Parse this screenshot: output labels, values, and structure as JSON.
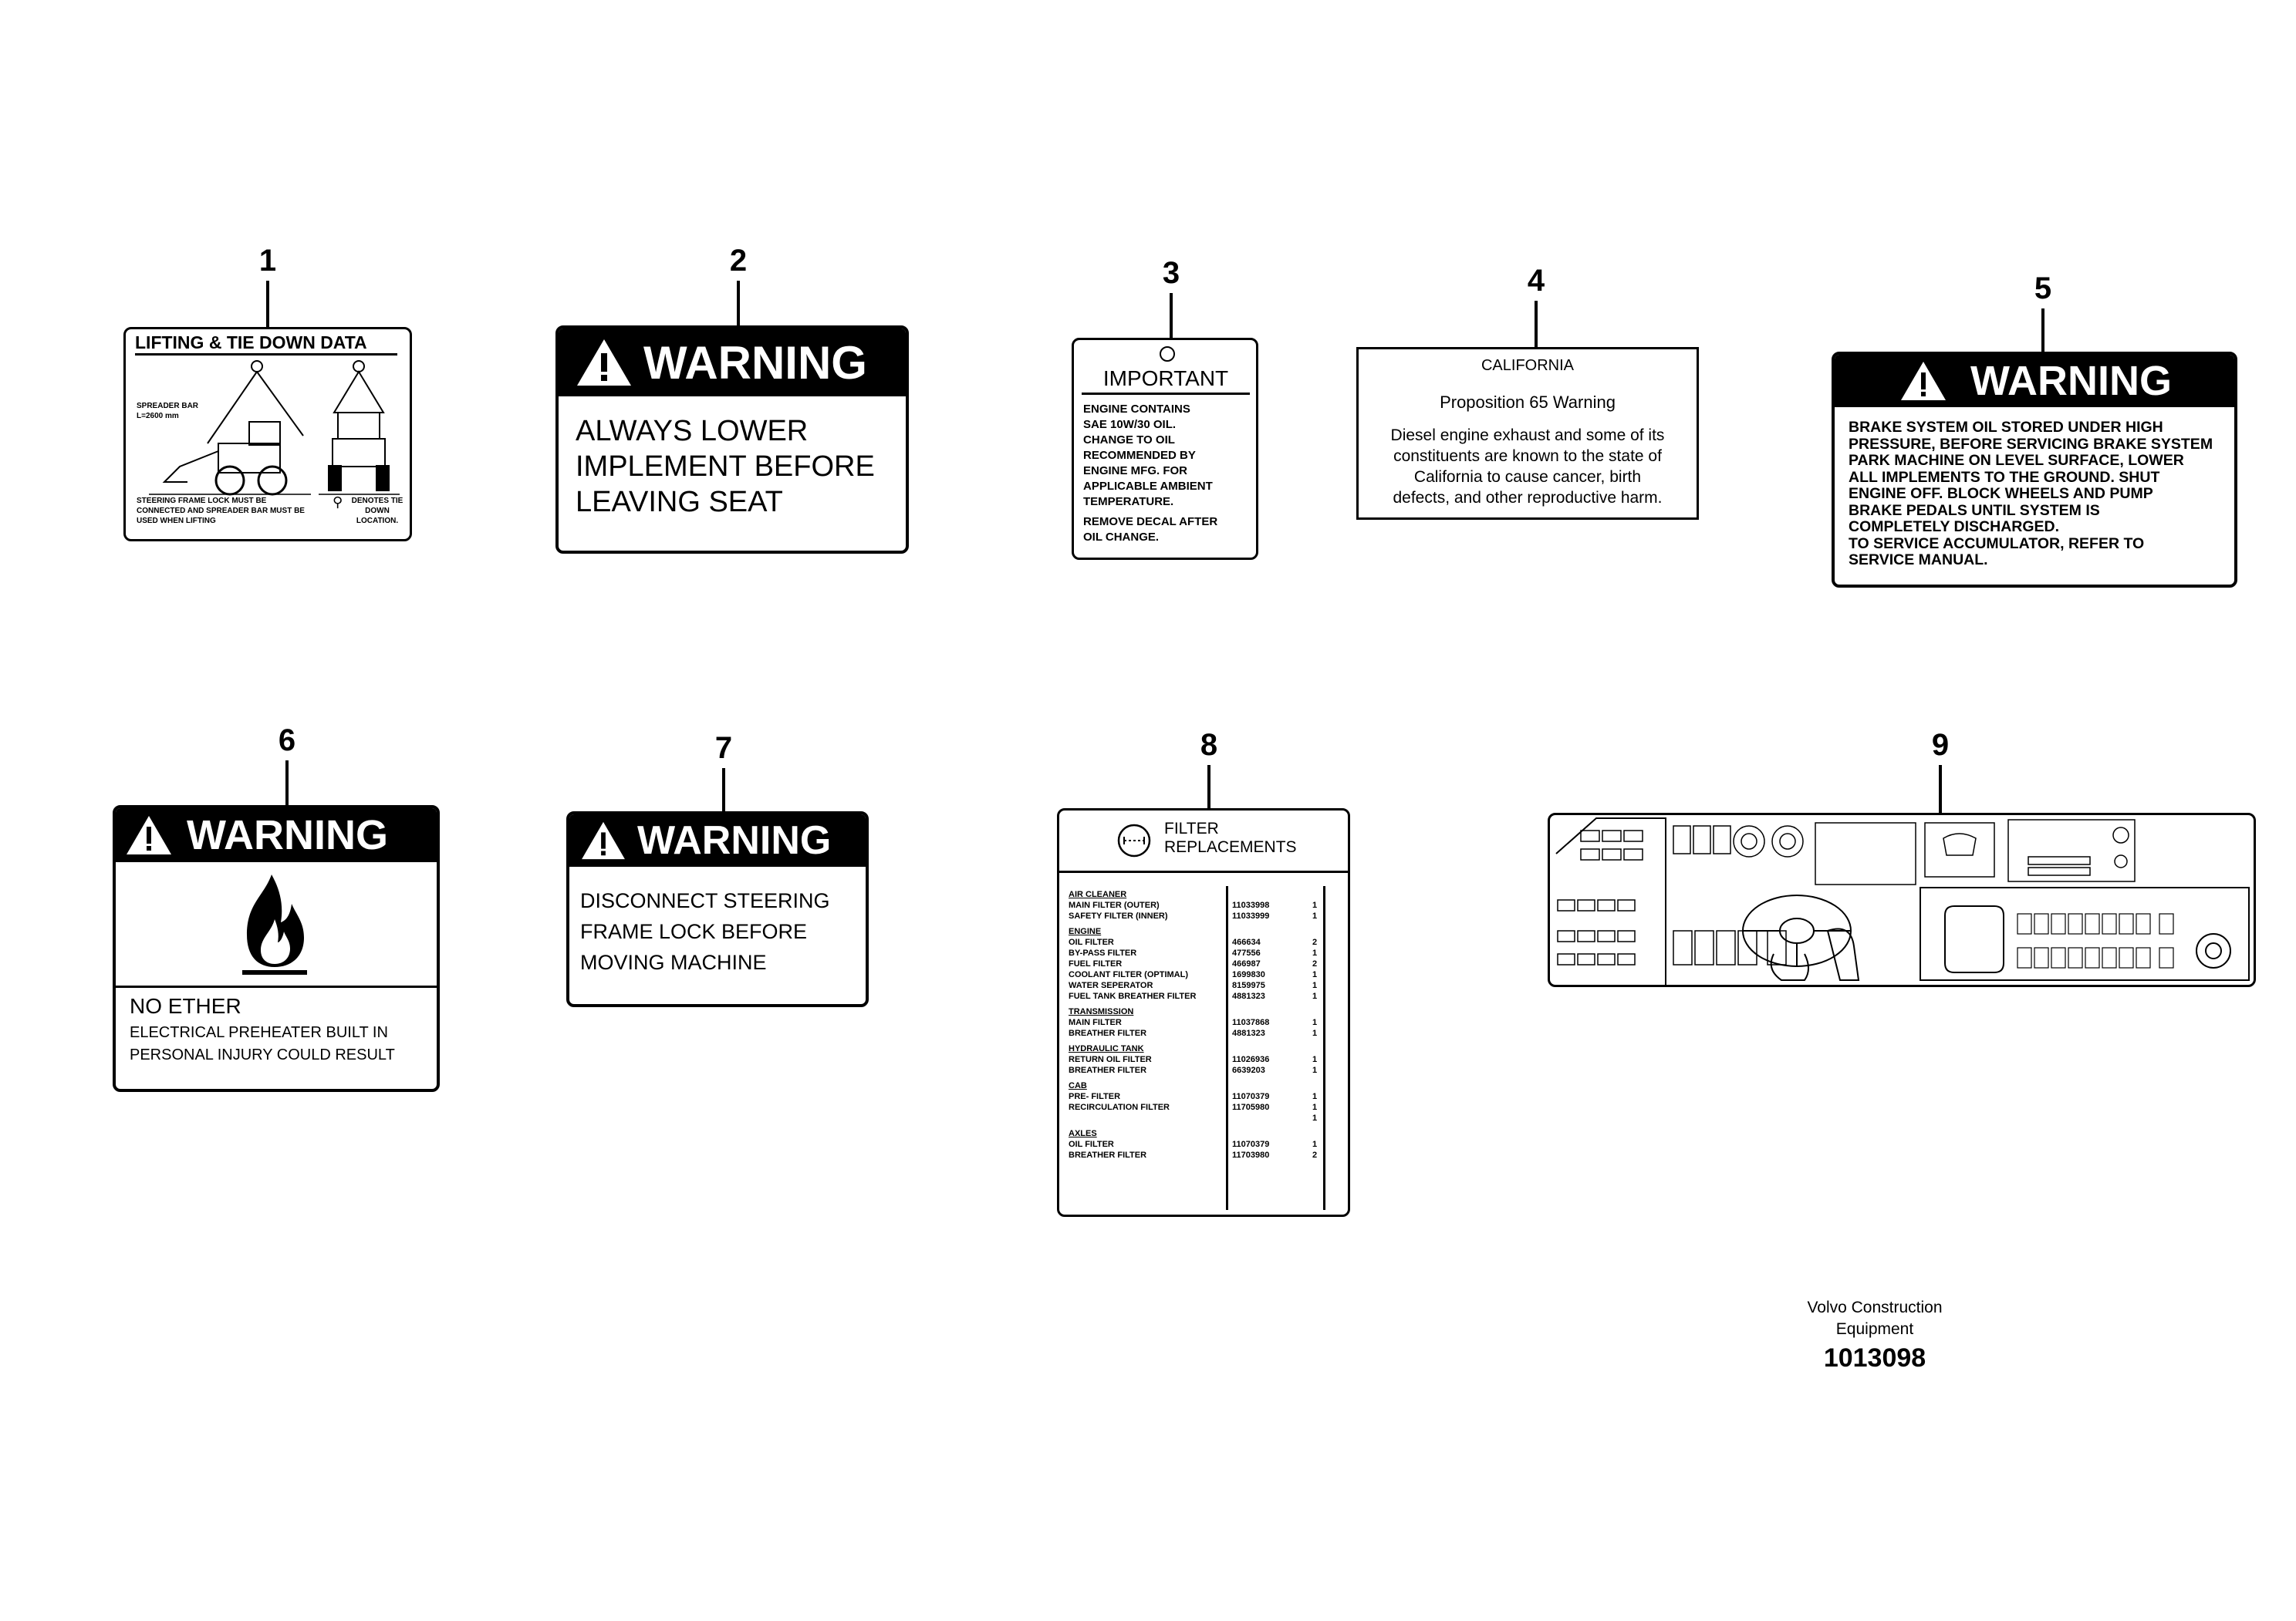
{
  "callouts": [
    "1",
    "2",
    "3",
    "4",
    "5",
    "6",
    "7",
    "8",
    "9"
  ],
  "decal1": {
    "title": "LIFTING & TIE DOWN DATA",
    "spreader_bar": "SPREADER BAR",
    "spreader_len": "L=2600 mm",
    "steering_note": "STEERING FRAME LOCK MUST BE CONNECTED AND SPREADER BAR MUST BE USED WHEN LIFTING",
    "denotes_note": "DENOTES TIE DOWN LOCATION."
  },
  "decal2": {
    "header": "WARNING",
    "lines": [
      "ALWAYS LOWER",
      "IMPLEMENT BEFORE",
      "LEAVING SEAT"
    ]
  },
  "decal3": {
    "header": "IMPORTANT",
    "body1": [
      "ENGINE CONTAINS",
      "SAE 10W/30 OIL.",
      "CHANGE TO OIL",
      "RECOMMENDED BY",
      "ENGINE MFG. FOR",
      "APPLICABLE AMBIENT",
      "TEMPERATURE."
    ],
    "body2": [
      "REMOVE DECAL AFTER",
      "OIL CHANGE."
    ]
  },
  "decal4": {
    "title": "CALIFORNIA",
    "subtitle": "Proposition 65 Warning",
    "lines": [
      "Diesel engine exhaust and some of its",
      "constituents are known to the state of",
      "California to cause cancer, birth",
      "defects, and other reproductive harm."
    ]
  },
  "decal5": {
    "header": "WARNING",
    "lines": [
      "BRAKE SYSTEM OIL STORED UNDER HIGH",
      "PRESSURE, BEFORE SERVICING BRAKE SYSTEM",
      "PARK MACHINE ON LEVEL SURFACE, LOWER",
      "ALL IMPLEMENTS TO THE GROUND. SHUT",
      "ENGINE OFF. BLOCK WHEELS AND PUMP",
      "BRAKE PEDALS UNTIL SYSTEM IS",
      "COMPLETELY DISCHARGED.",
      "TO SERVICE ACCUMULATOR, REFER TO",
      "SERVICE MANUAL."
    ]
  },
  "decal6": {
    "header": "WARNING",
    "title": "NO ETHER",
    "lines": [
      "ELECTRICAL PREHEATER BUILT IN",
      "PERSONAL INJURY COULD RESULT"
    ]
  },
  "decal7": {
    "header": "WARNING",
    "lines": [
      "DISCONNECT STEERING",
      "FRAME LOCK BEFORE",
      "MOVING MACHINE"
    ]
  },
  "decal8": {
    "title1": "FILTER",
    "title2": "REPLACEMENTS",
    "sections": [
      {
        "name": "AIR CLEANER",
        "rows": [
          [
            "MAIN FILTER (OUTER)",
            "11033998",
            "1"
          ],
          [
            "SAFETY FILTER (INNER)",
            "11033999",
            "1"
          ]
        ]
      },
      {
        "name": "ENGINE",
        "rows": [
          [
            "OIL FILTER",
            "466634",
            "2"
          ],
          [
            "BY-PASS FILTER",
            "477556",
            "1"
          ],
          [
            "FUEL FILTER",
            "466987",
            "2"
          ],
          [
            "COOLANT FILTER (OPTIMAL)",
            "1699830",
            "1"
          ],
          [
            "WATER SEPERATOR",
            "8159975",
            "1"
          ],
          [
            "FUEL TANK BREATHER FILTER",
            "4881323",
            "1"
          ]
        ]
      },
      {
        "name": "TRANSMISSION",
        "rows": [
          [
            "MAIN FILTER",
            "11037868",
            "1"
          ],
          [
            "BREATHER FILTER",
            "4881323",
            "1"
          ]
        ]
      },
      {
        "name": "HYDRAULIC TANK",
        "rows": [
          [
            "RETURN OIL FILTER",
            "11026936",
            "1"
          ],
          [
            "BREATHER FILTER",
            "6639203",
            "1"
          ]
        ]
      },
      {
        "name": "CAB",
        "rows": [
          [
            "PRE- FILTER",
            "11070379",
            "1"
          ],
          [
            "RECIRCULATION FILTER",
            "11705980",
            "1"
          ],
          [
            "",
            "",
            "1"
          ]
        ]
      },
      {
        "name": "AXLES",
        "rows": [
          [
            "OIL FILTER",
            "11070379",
            "1"
          ],
          [
            "BREATHER FILTER",
            "11703980",
            "2"
          ]
        ]
      }
    ]
  },
  "footer": {
    "company1": "Volvo Construction",
    "company2": "Equipment",
    "number": "1013098"
  }
}
